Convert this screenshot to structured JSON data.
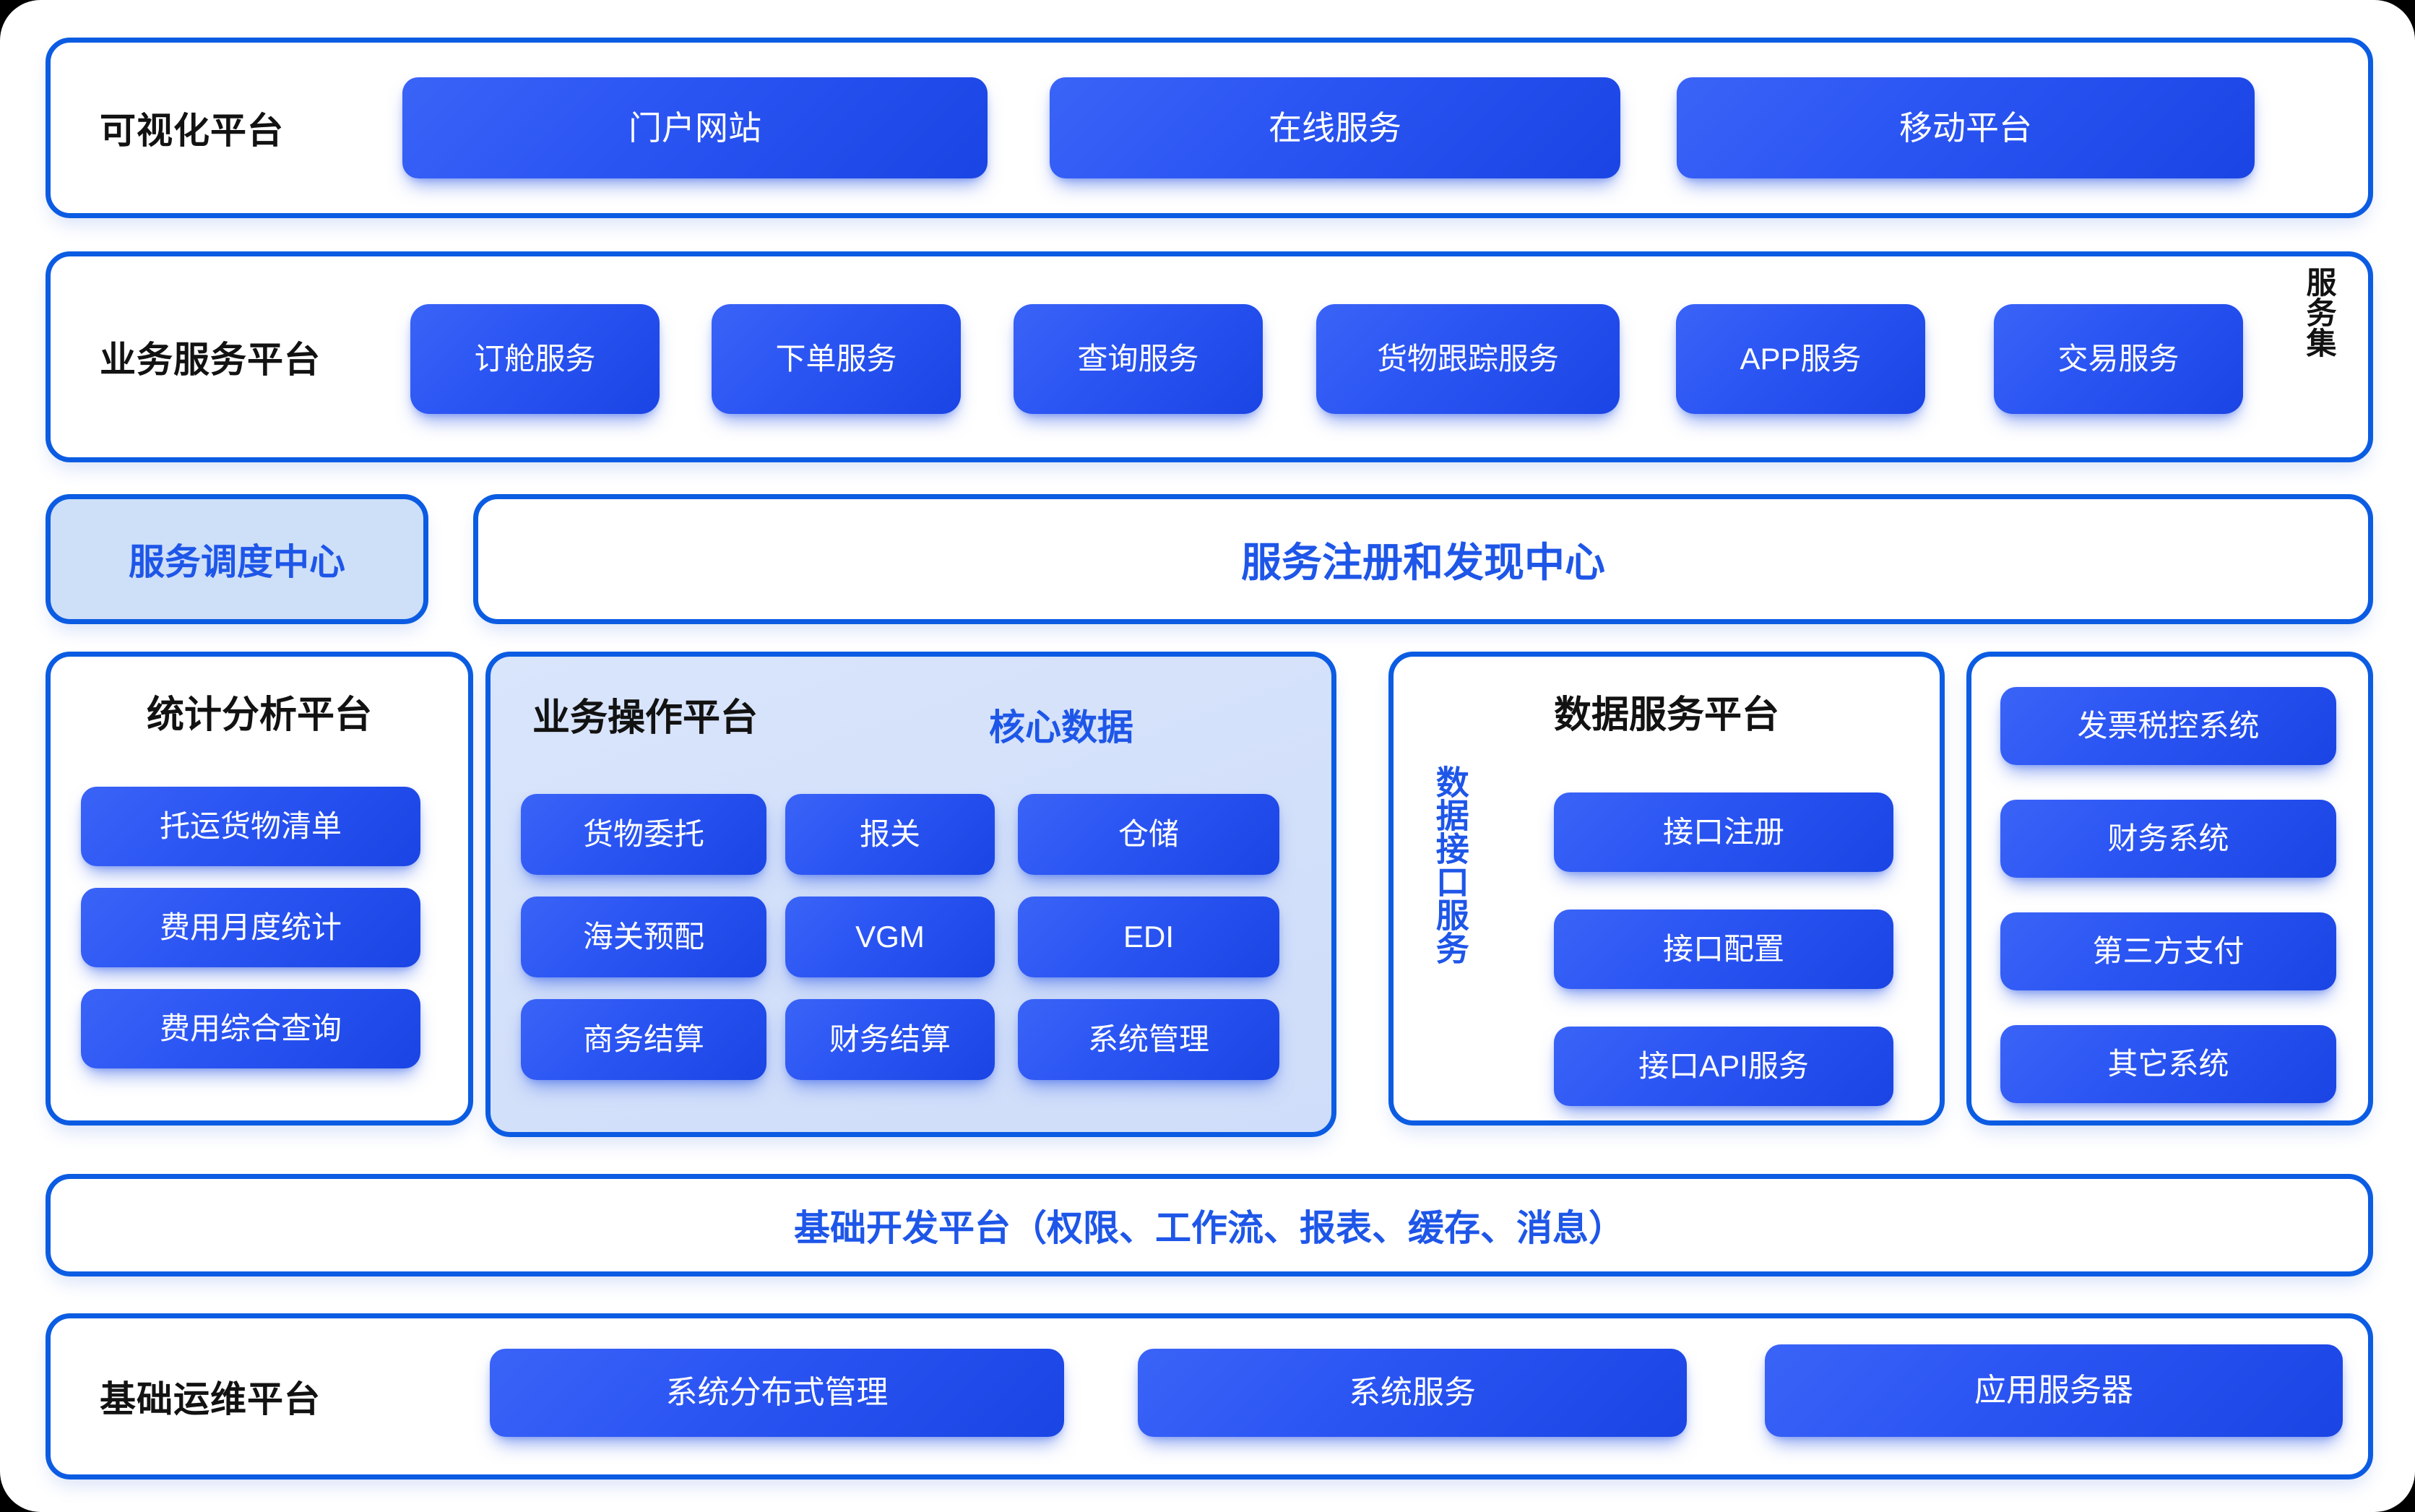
{
  "colors": {
    "border_blue": "#0b5ce2",
    "chip_blue_light": "#3a63f7",
    "chip_blue_dark": "#1a45e4",
    "panel_tint": "#d5e2fa",
    "accent_text_blue": "#1e56e8",
    "label_black": "#121212",
    "page_background": "#ffffff"
  },
  "row_visual": {
    "label": "可视化平台",
    "items": [
      {
        "label": "门户网站"
      },
      {
        "label": "在线服务"
      },
      {
        "label": "移动平台"
      }
    ]
  },
  "row_business_service": {
    "label": "业务服务平台",
    "side_label": "服务集",
    "items": [
      {
        "label": "订舱服务"
      },
      {
        "label": "下单服务"
      },
      {
        "label": "查询服务"
      },
      {
        "label": "货物跟踪服务"
      },
      {
        "label": "APP服务"
      },
      {
        "label": "交易服务"
      }
    ]
  },
  "row_registry": {
    "dispatch_center": "服务调度中心",
    "registry_center": "服务注册和发现中心"
  },
  "row_main": {
    "col_statistics": {
      "title": "统计分析平台",
      "items": [
        {
          "label": "托运货物清单"
        },
        {
          "label": "费用月度统计"
        },
        {
          "label": "费用综合查询"
        }
      ]
    },
    "col_operations": {
      "title": "业务操作平台",
      "subtitle": "核心数据",
      "items": [
        {
          "label": "货物委托"
        },
        {
          "label": "报关"
        },
        {
          "label": "仓储"
        },
        {
          "label": "海关预配"
        },
        {
          "label": "VGM"
        },
        {
          "label": "EDI"
        },
        {
          "label": "商务结算"
        },
        {
          "label": "财务结算"
        },
        {
          "label": "系统管理"
        }
      ]
    },
    "col_data_service": {
      "title": "数据服务平台",
      "side_label": "数据接口服务",
      "items": [
        {
          "label": "接口注册"
        },
        {
          "label": "接口配置"
        },
        {
          "label": "接口API服务"
        }
      ]
    },
    "col_external": {
      "items": [
        {
          "label": "发票税控系统"
        },
        {
          "label": "财务系统"
        },
        {
          "label": "第三方支付"
        },
        {
          "label": "其它系统"
        }
      ]
    }
  },
  "row_base_dev": {
    "label": "基础开发平台（权限、工作流、报表、缓存、消息）"
  },
  "row_base_ops": {
    "label": "基础运维平台",
    "items": [
      {
        "label": "系统分布式管理"
      },
      {
        "label": "系统服务"
      },
      {
        "label": "应用服务器"
      }
    ]
  }
}
